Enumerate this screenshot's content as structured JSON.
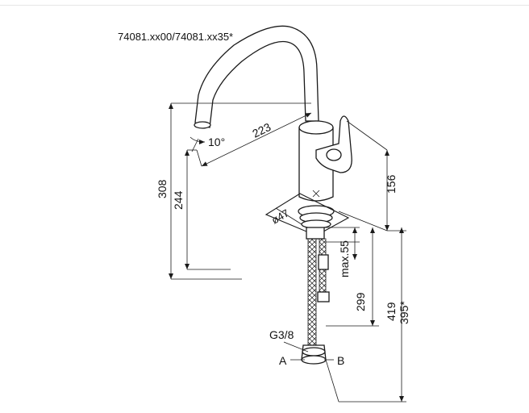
{
  "model": "74081.xx00/74081.xx35*",
  "dimensions": {
    "spout_angle": "10°",
    "spout_reach": "223",
    "total_height": "308",
    "spout_height": "244",
    "body_height": "156",
    "base_diameter": "ø47",
    "max_mount": "max.55",
    "shank_length": "299",
    "hose_length_a": "419",
    "hose_length_b": "395*"
  },
  "connection": {
    "thread": "G3/8",
    "label_a": "A",
    "label_b": "B"
  }
}
